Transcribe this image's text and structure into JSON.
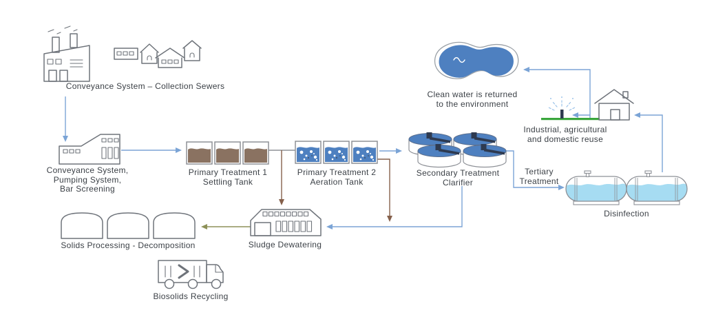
{
  "diagram": {
    "collection": {
      "icon": "factory-and-houses-icon",
      "label": "Conveyance System – Collection Sewers"
    },
    "pumping": {
      "icon": "pumping-station-icon",
      "lines": [
        "Conveyance System,",
        "Pumping System,",
        "Bar Screening"
      ]
    },
    "primary1": {
      "icon": "settling-tanks-icon",
      "lines": [
        "Primary Treatment 1",
        "Settling Tank"
      ]
    },
    "primary2": {
      "icon": "aeration-tanks-icon",
      "lines": [
        "Primary Treatment 2",
        "Aeration Tank"
      ]
    },
    "secondary": {
      "icon": "clarifier-tanks-icon",
      "lines": [
        "Secondary Treatment",
        "Clarifier"
      ]
    },
    "tertiary_edge": {
      "lines": [
        "Tertiary",
        "Treatment"
      ]
    },
    "disinfection": {
      "icon": "disinfection-tanks-icon",
      "label": "Disinfection"
    },
    "clean_water": {
      "icon": "pond-icon",
      "lines": [
        "Clean water is returned",
        "to the environment"
      ]
    },
    "reuse": {
      "icon": "house-sprinkler-icon",
      "lines": [
        "Industrial, agricultural",
        "and domestic reuse"
      ]
    },
    "sludge": {
      "icon": "dewatering-building-icon",
      "label": "Sludge Dewatering"
    },
    "solids": {
      "icon": "digester-domes-icon",
      "label": "Solids Processing - Decomposition"
    },
    "biosolids": {
      "icon": "truck-icon",
      "label": "Biosolids Recycling"
    }
  },
  "colors": {
    "arrow_blue": "#7ba4d6",
    "arrow_brown": "#85604b",
    "arrow_olive": "#8d9158",
    "outline_gray": "#6e737a",
    "tank_border": "#8d9096",
    "text": "#3b4046",
    "sludge_brown": "#8a7261",
    "water_blue": "#4e80c0",
    "clarifier_dark": "#2e3a50",
    "light_water": "#a6dcf2",
    "grass_green": "#3aa63c",
    "spray_blue": "#9cc3ea"
  }
}
